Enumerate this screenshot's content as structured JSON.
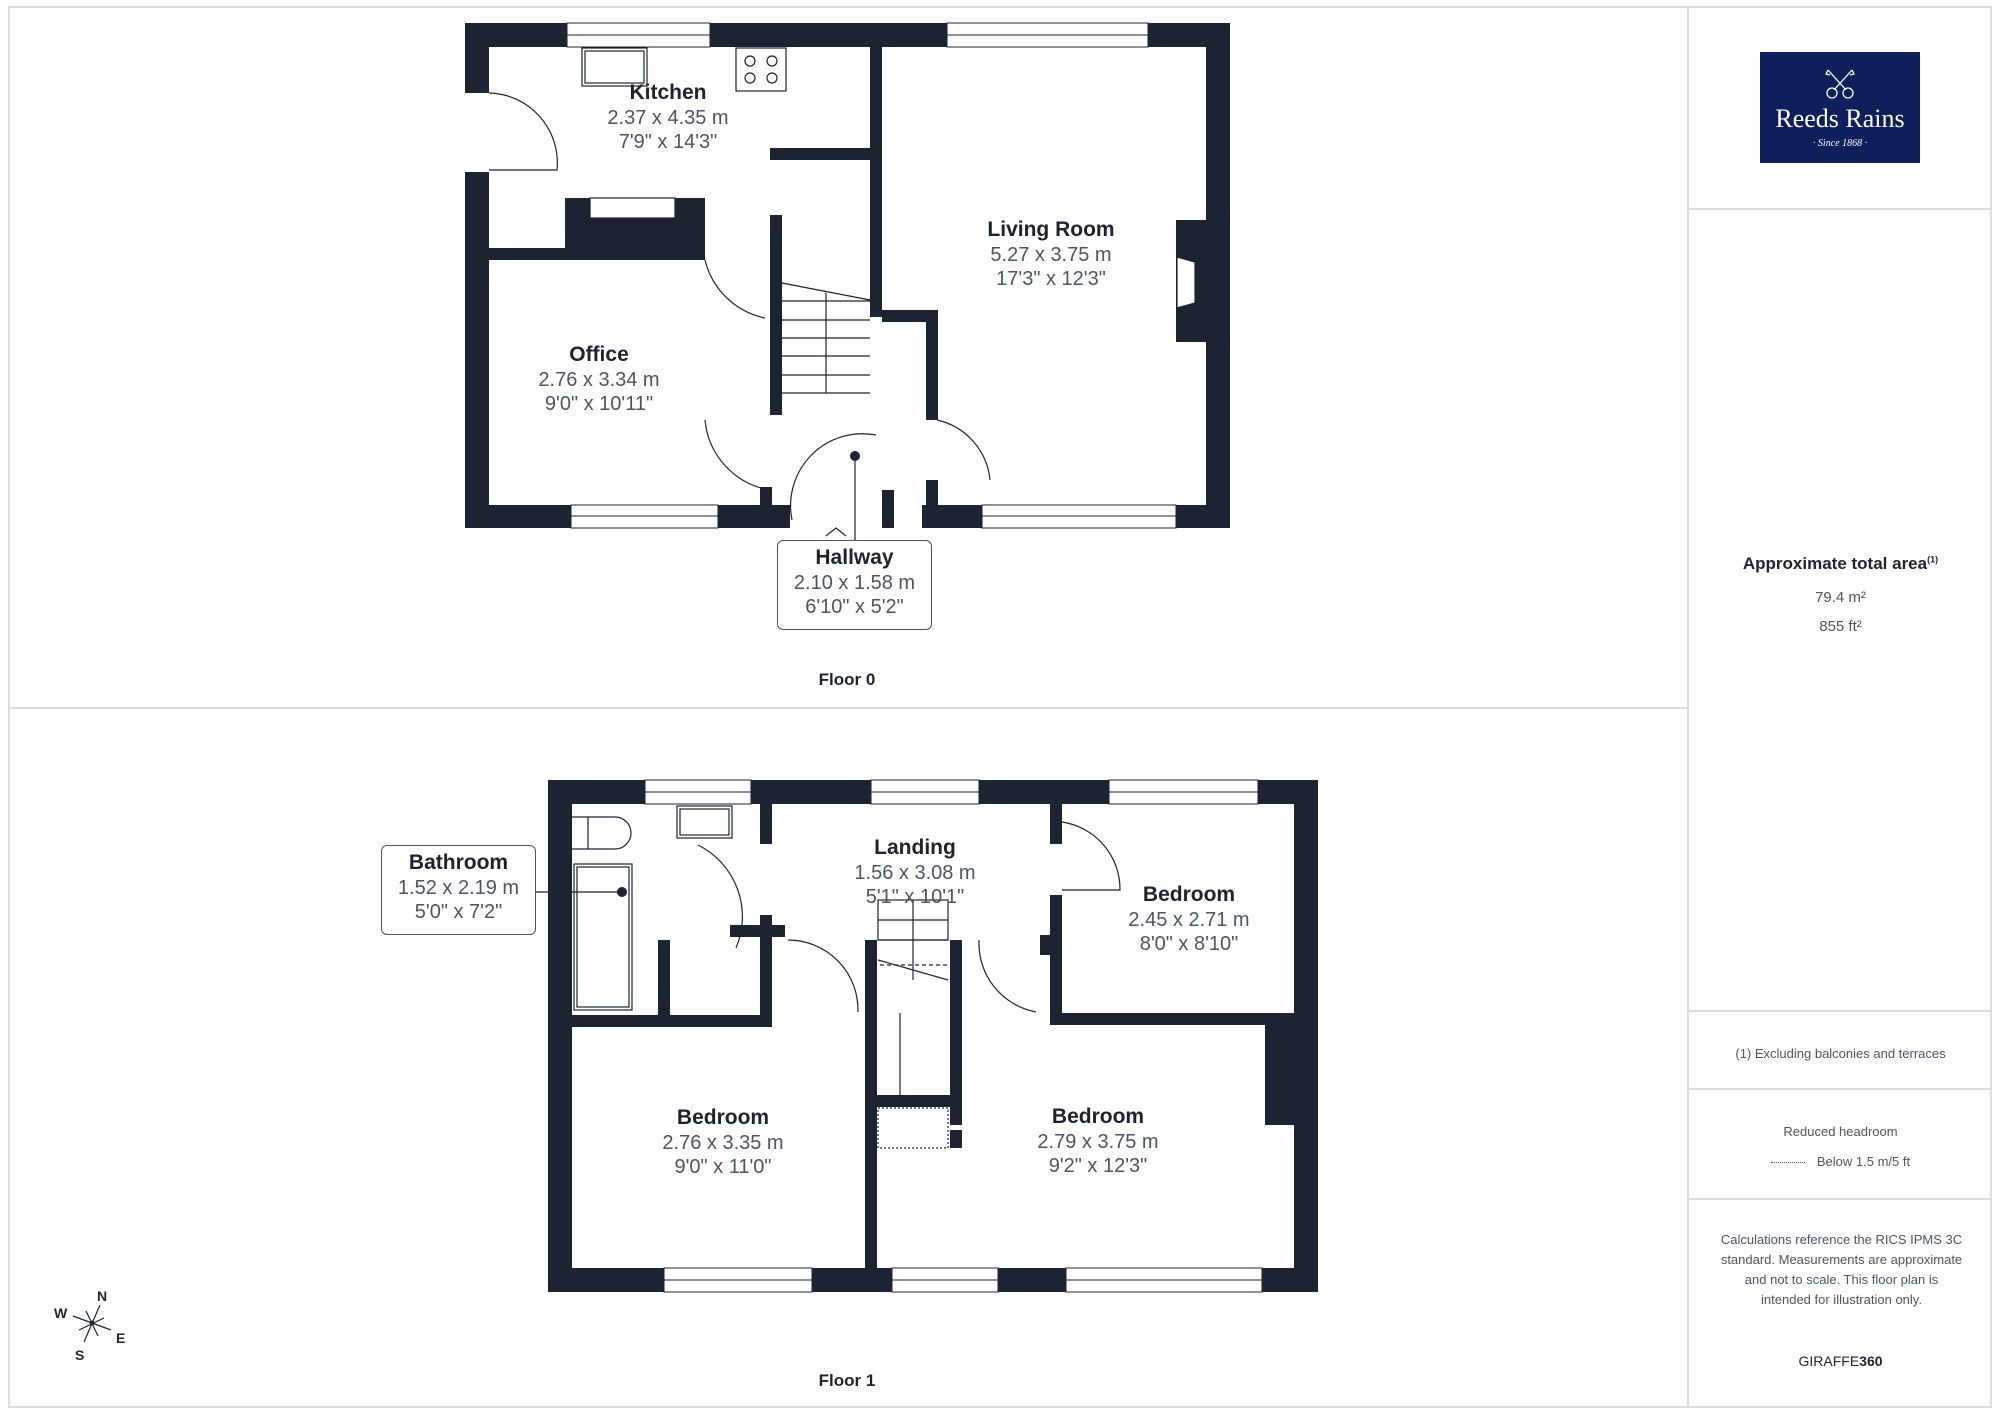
{
  "colors": {
    "wall": "#1c2431",
    "text_primary": "#1c2431",
    "text_secondary": "#4a5568",
    "border": "#dcdcdc",
    "logo_bg": "#0f1f5c"
  },
  "brand_logo": {
    "name": "Reeds Rains",
    "tagline": "· Since 1868 ·",
    "icon": "crossed-keys-icon"
  },
  "floors": [
    {
      "title": "Floor 0",
      "rooms": [
        {
          "name": "Kitchen",
          "metric": "2.37 x 4.35 m",
          "imperial": "7'9\" x 14'3\""
        },
        {
          "name": "Living Room",
          "metric": "5.27 x 3.75 m",
          "imperial": "17'3\" x 12'3\""
        },
        {
          "name": "Office",
          "metric": "2.76 x 3.34 m",
          "imperial": "9'0\" x 10'11\""
        },
        {
          "name": "Hallway",
          "metric": "2.10 x 1.58 m",
          "imperial": "6'10\" x 5'2\""
        }
      ]
    },
    {
      "title": "Floor 1",
      "rooms": [
        {
          "name": "Bathroom",
          "metric": "1.52 x 2.19 m",
          "imperial": "5'0\" x 7'2\""
        },
        {
          "name": "Landing",
          "metric": "1.56 x 3.08 m",
          "imperial": "5'1\" x 10'1\""
        },
        {
          "name": "Bedroom",
          "metric": "2.45 x 2.71 m",
          "imperial": "8'0\" x 8'10\""
        },
        {
          "name": "Bedroom",
          "metric": "2.76 x 3.35 m",
          "imperial": "9'0\" x 11'0\""
        },
        {
          "name": "Bedroom",
          "metric": "2.79 x 3.75 m",
          "imperial": "9'2\" x 12'3\""
        }
      ]
    }
  ],
  "summary": {
    "area_title": "Approximate total area",
    "area_footnote_mark": "(1)",
    "area_m2": "79.4 m²",
    "area_ft2": "855 ft²",
    "footnote": "(1) Excluding balconies and terraces",
    "legend_title": "Reduced headroom",
    "legend_item": "Below 1.5 m/5 ft",
    "disclaimer": "Calculations reference the RICS IPMS 3C standard. Measurements are approximate and not to scale. This floor plan is intended for illustration only.",
    "brand_prefix": "GIRAFFE",
    "brand_suffix": "360"
  },
  "compass": {
    "n": "N",
    "s": "S",
    "e": "E",
    "w": "W"
  }
}
